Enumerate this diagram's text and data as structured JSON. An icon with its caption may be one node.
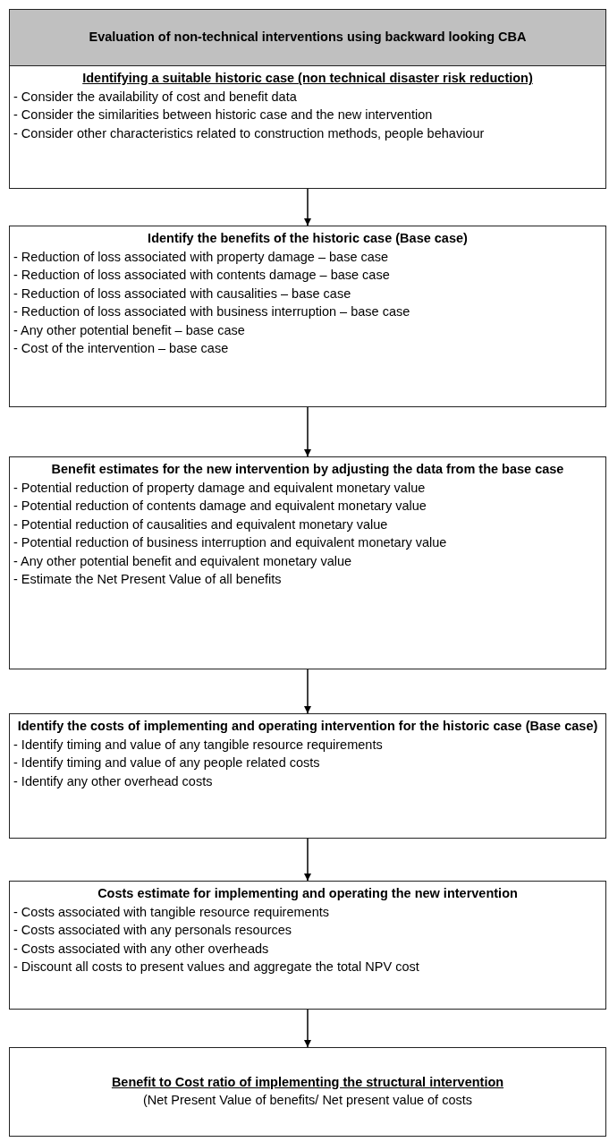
{
  "diagram": {
    "nodes": [
      {
        "text": [
          "Evaluation of non-technical interventions using backward looking CBA"
        ]
      },
      {
        "text": [
          "Identifying a suitable historic case (non technical disaster risk reduction)",
          "- Consider the availability of cost and benefit data",
          "- Consider the similarities between historic case and the new intervention",
          "- Consider other characteristics related to construction methods, people behaviour"
        ]
      },
      {
        "text": [
          "Identify the  benefits of the historic case (Base case)",
          "- Reduction of loss associated with property damage – base case",
          "- Reduction of loss associated with contents damage  – base case",
          "- Reduction of loss associated with causalities  – base case",
          "- Reduction of loss associated with business interruption  – base case",
          "- Any other potential benefit – base case",
          "- Cost of the intervention  – base case"
        ]
      },
      {
        "text": [
          "Benefit estimates for the new intervention by adjusting the data from the base case",
          "- Potential reduction of property damage and equivalent monetary value",
          "- Potential reduction of contents damage and equivalent monetary value",
          "- Potential reduction of causalities and equivalent monetary value",
          "- Potential reduction of business interruption and equivalent monetary value",
          "- Any other potential benefit and equivalent monetary value",
          "- Estimate the Net Present Value of all benefits"
        ]
      },
      {
        "text": [
          "Identify the  costs of implementing and operating intervention for  the historic case (Base case)",
          "- Identify  timing and value of any tangible resource requirements",
          "- Identify timing and value of any people related costs",
          "- Identify any other overhead costs"
        ]
      },
      {
        "text": [
          "Costs estimate for implementing and operating the new intervention",
          "- Costs associated with tangible resource requirements",
          "- Costs associated with any personals  resources",
          "- Costs associated with any other overheads",
          "- Discount all costs to present values and aggregate the total NPV cost"
        ]
      },
      {
        "text": [
          "Benefit to Cost ratio of implementing the structural intervention",
          "(Net Present Value of benefits/ Net present value of costs"
        ]
      }
    ],
    "edges": [
      {
        "from": 1,
        "to": 2,
        "arrow": "to"
      },
      {
        "from": 2,
        "to": 3,
        "arrow": "to"
      },
      {
        "from": 3,
        "to": 4,
        "arrow": "to"
      },
      {
        "from": 4,
        "to": 5,
        "arrow": "to"
      },
      {
        "from": 5,
        "to": 6,
        "arrow": "to"
      }
    ]
  }
}
